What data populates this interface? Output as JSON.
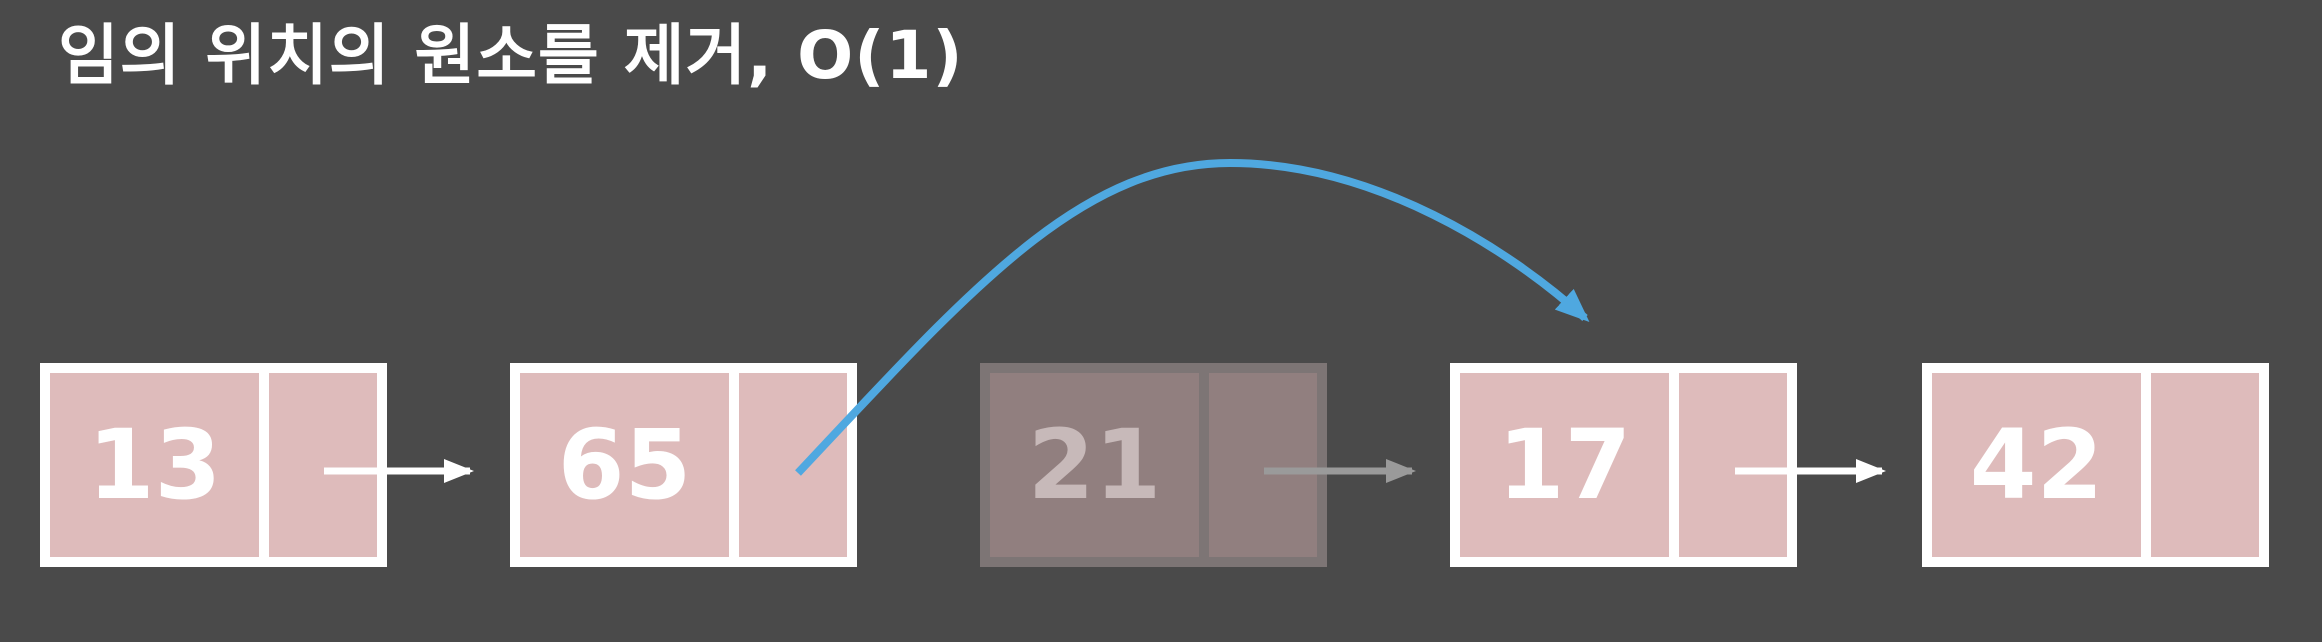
{
  "title": "임의 위치의 원소를 제거, O(1)",
  "nodes": [
    {
      "value": "13",
      "state": "normal"
    },
    {
      "value": "65",
      "state": "normal"
    },
    {
      "value": "21",
      "state": "removed"
    },
    {
      "value": "17",
      "state": "normal"
    },
    {
      "value": "42",
      "state": "normal"
    }
  ],
  "colors": {
    "background": "#4a4a4a",
    "node_fill": "#debbbb",
    "removed_fill": "#917f7f",
    "bypass_arrow": "#4fa8e0",
    "arrow": "#ffffff"
  }
}
